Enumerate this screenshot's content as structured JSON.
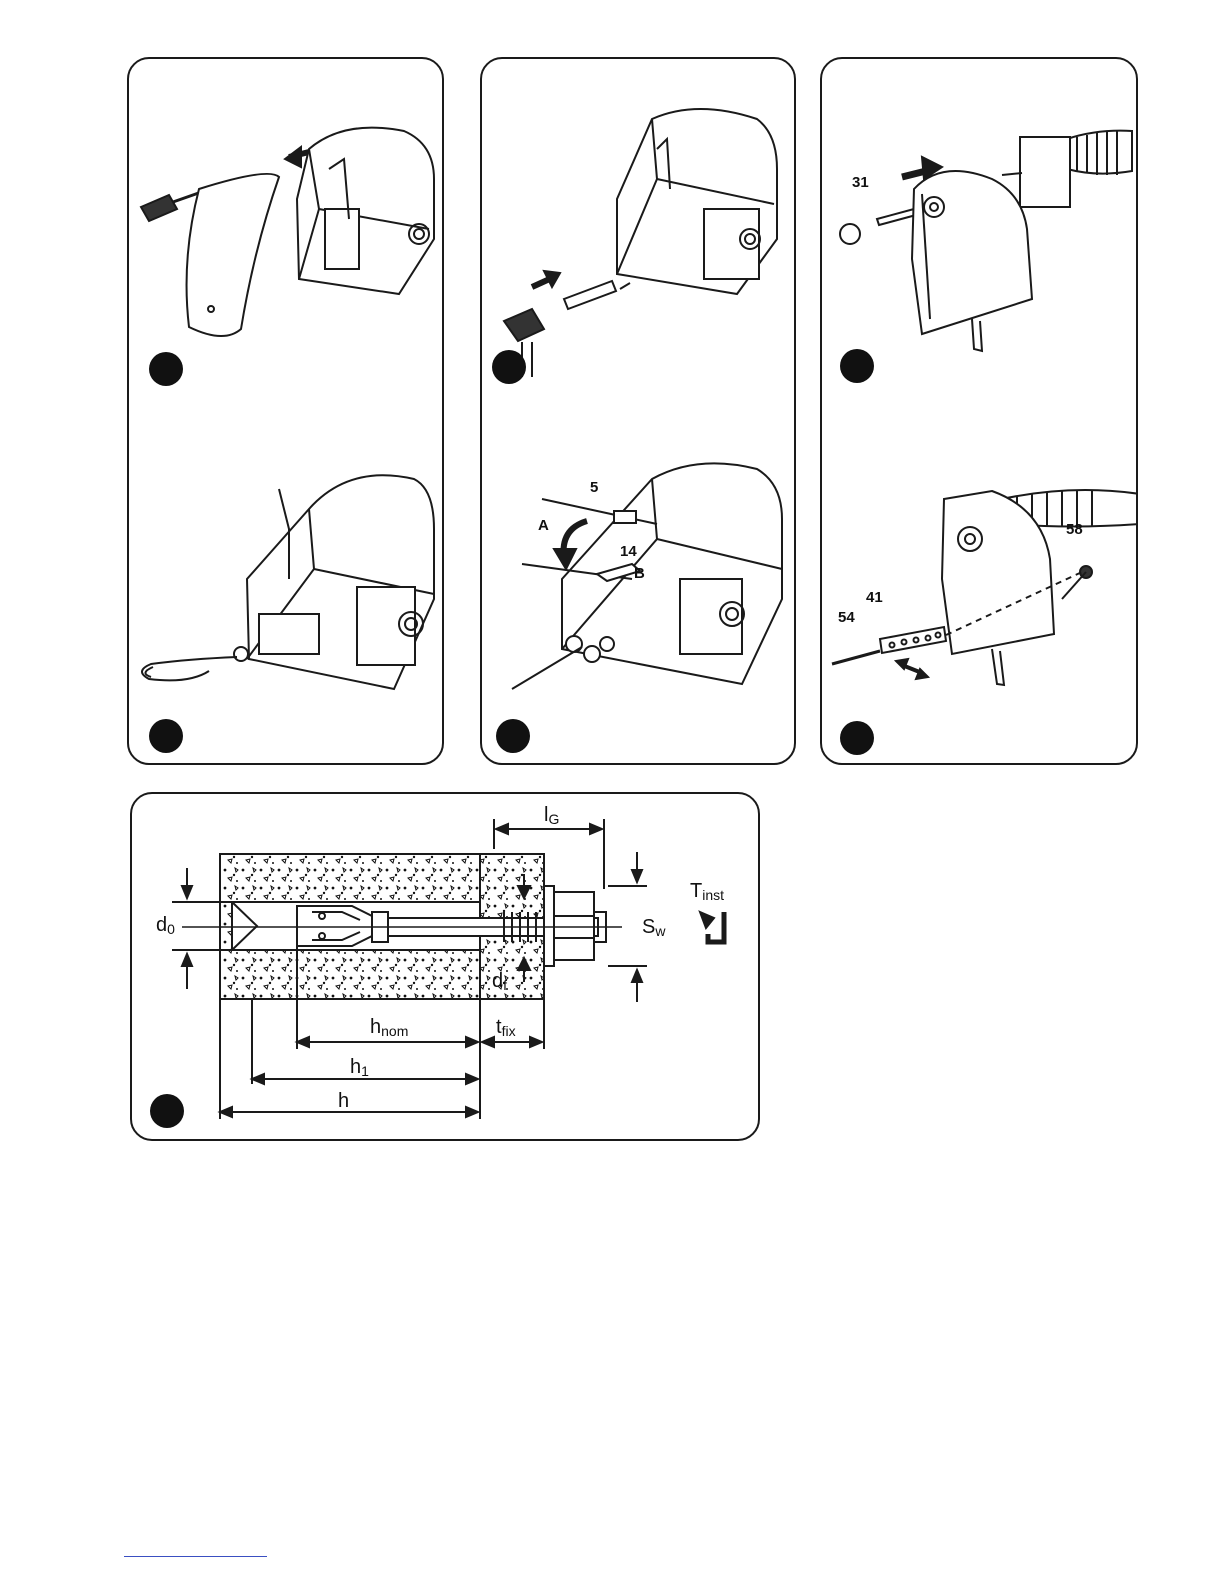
{
  "figures": [
    {
      "id": "fig-1",
      "callouts": []
    },
    {
      "id": "fig-2",
      "callouts": []
    },
    {
      "id": "fig-3",
      "callouts": []
    },
    {
      "id": "fig-4",
      "callouts": []
    },
    {
      "id": "fig-5",
      "callouts": [
        "5",
        "A",
        "14",
        "B"
      ]
    },
    {
      "id": "fig-6",
      "callouts": [
        "58",
        "41",
        "54"
      ]
    },
    {
      "id": "fig-7",
      "callouts": [
        "31"
      ]
    }
  ],
  "callouts": {
    "c31": "31",
    "c5": "5",
    "cA": "A",
    "c14": "14",
    "cB": "B",
    "c58": "58",
    "c41": "41",
    "c54": "54"
  },
  "anchor_dims": {
    "lg": "l",
    "lg_sub": "G",
    "tinst": "T",
    "tinst_sub": "inst",
    "d0": "d",
    "d0_sub": "0",
    "sw": "S",
    "sw_sub": "w",
    "df": "d",
    "df_sub": "f",
    "hnom": "h",
    "hnom_sub": "nom",
    "tfix": "t",
    "tfix_sub": "fix",
    "h1": "h",
    "h1_sub": "1",
    "h": "h"
  },
  "colors": {
    "line": "#1a1a1a",
    "footer_rule": "#3a4fc2"
  }
}
